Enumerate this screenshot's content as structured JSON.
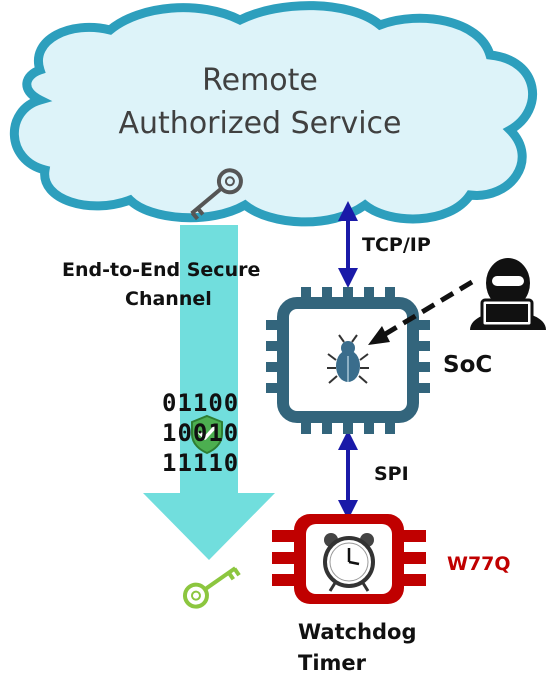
{
  "cloud": {
    "title_line1": "Remote",
    "title_line2": "Authorized Service"
  },
  "channel": {
    "label_line1": "End-to-End Secure",
    "label_line2": "Channel"
  },
  "links": {
    "tcp_ip": "TCP/IP",
    "spi": "SPI"
  },
  "soc": {
    "label": "SoC"
  },
  "binary": {
    "row1": "01100",
    "row2": "10010",
    "row3": "11110"
  },
  "watchdog": {
    "part": "W77Q",
    "label_line1": "Watchdog",
    "label_line2": "Timer"
  },
  "icons": {
    "top_key": "key-icon",
    "bottom_key": "key-icon",
    "shield": "shield-check-icon",
    "bug": "bug-icon",
    "hacker": "hacker-icon",
    "clock": "alarm-clock-icon"
  },
  "colors": {
    "cloud_fill": "#ddf3f9",
    "cloud_stroke": "#2d9fbd",
    "channel_arrow": "#71dedd",
    "chip": "#33657c",
    "watchdog_chip": "#c00000",
    "link_arrow": "#1a1aa8",
    "bottom_key": "#8cc63f",
    "shield": "#4caf50",
    "part_label": "#c00000"
  }
}
